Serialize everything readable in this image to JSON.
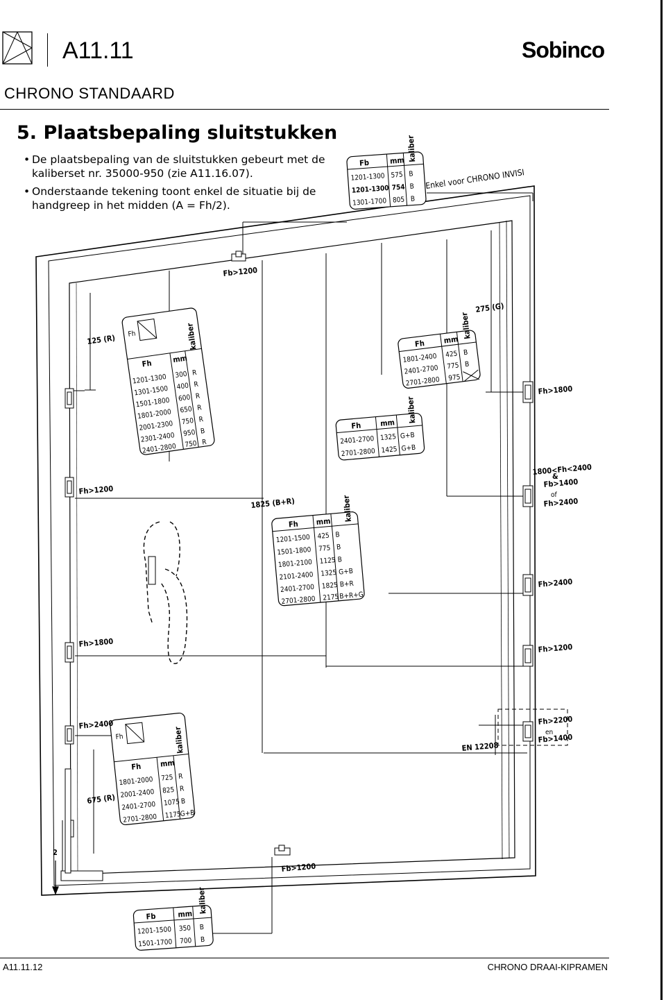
{
  "header": {
    "code": "A11.11",
    "brand": "Sobinco",
    "series_title": "CHRONO STANDAARD"
  },
  "section": {
    "heading": "5. Plaatsbepaling sluitstukken",
    "bullets": [
      "De plaatsbepaling van de sluitstukken gebeurt met de kaliberset nr. 35000-950 (zie A11.16.07).",
      "Onderstaande tekening toont enkel de situatie bij de handgreep in het midden (A = Fh/2)."
    ]
  },
  "tables": {
    "top_fb": {
      "headers": [
        "Fb",
        "mm",
        "kaliber"
      ],
      "rows": [
        [
          "1201-1300",
          "575",
          "B"
        ],
        [
          "1201-1300",
          "754",
          "B"
        ],
        [
          "1301-1700",
          "805",
          "B"
        ]
      ],
      "note": "Enkel voor CHRONO INVISI"
    },
    "left_upper": {
      "headers": [
        "Fh",
        "mm",
        "kaliber"
      ],
      "rows": [
        [
          "1201-1300",
          "300",
          "R"
        ],
        [
          "1301-1500",
          "400",
          "R"
        ],
        [
          "1501-1800",
          "600",
          "R"
        ],
        [
          "1801-2000",
          "650",
          "R"
        ],
        [
          "2001-2300",
          "750",
          "R"
        ],
        [
          "2301-2400",
          "950",
          "B"
        ],
        [
          "2401-2800",
          "750",
          "R"
        ]
      ]
    },
    "right_upper": {
      "headers": [
        "Fh",
        "mm",
        "kaliber"
      ],
      "rows": [
        [
          "1801-2400",
          "425",
          "B"
        ],
        [
          "2401-2700",
          "775",
          "B"
        ],
        [
          "2701-2800",
          "975",
          ""
        ]
      ]
    },
    "mid_small": {
      "headers": [
        "Fh",
        "mm",
        "kaliber"
      ],
      "rows": [
        [
          "2401-2700",
          "1325",
          "G+B"
        ],
        [
          "2701-2800",
          "1425",
          "G+B"
        ]
      ]
    },
    "center": {
      "headers": [
        "Fh",
        "mm",
        "kaliber"
      ],
      "rows": [
        [
          "1201-1500",
          "425",
          "B"
        ],
        [
          "1501-1800",
          "775",
          "B"
        ],
        [
          "1801-2100",
          "1125",
          "B"
        ],
        [
          "2101-2400",
          "1325",
          "G+B"
        ],
        [
          "2401-2700",
          "1825",
          "B+R"
        ],
        [
          "2701-2800",
          "2175",
          "B+R+G"
        ]
      ]
    },
    "left_lower": {
      "headers": [
        "Fh",
        "mm",
        "kaliber"
      ],
      "rows": [
        [
          "1801-2000",
          "725",
          "R"
        ],
        [
          "2001-2400",
          "825",
          "R"
        ],
        [
          "2401-2700",
          "1075",
          "B"
        ],
        [
          "2701-2800",
          "1175",
          "G+B"
        ]
      ]
    },
    "bottom_fb": {
      "headers": [
        "Fb",
        "mm",
        "kaliber"
      ],
      "rows": [
        [
          "1201-1500",
          "350",
          "B"
        ],
        [
          "1501-1700",
          "700",
          "B"
        ]
      ]
    }
  },
  "drawing": {
    "fh_icon": "Fh",
    "labels": {
      "fb1200_top": "Fb>1200",
      "dim_125": "125 (R)",
      "dim_275": "275 (G)",
      "fh1800_right": "Fh>1800",
      "fh1200_left": "Fh>1200",
      "dim_1825": "1825 (B+R)",
      "cond_1": "1800<Fh<2400",
      "cond_amp": "&",
      "cond_2": "Fb>1400",
      "cond_of": "of",
      "cond_3": "Fh>2400",
      "fh2400_right": "Fh>2400",
      "fh1800_left": "Fh>1800",
      "fh1200_right": "Fh>1200",
      "fh2400_left": "Fh>2400",
      "fh2200": "Fh>2200",
      "en": "en",
      "fb1400": "Fb>1400",
      "en12208": "EN 12208",
      "dim_675": "675 (R)",
      "dim_2": "2",
      "fb1200_bottom": "Fb>1200"
    }
  },
  "footer": {
    "left": "A11.11.12",
    "right": "CHRONO DRAAI-KIPRAMEN"
  }
}
